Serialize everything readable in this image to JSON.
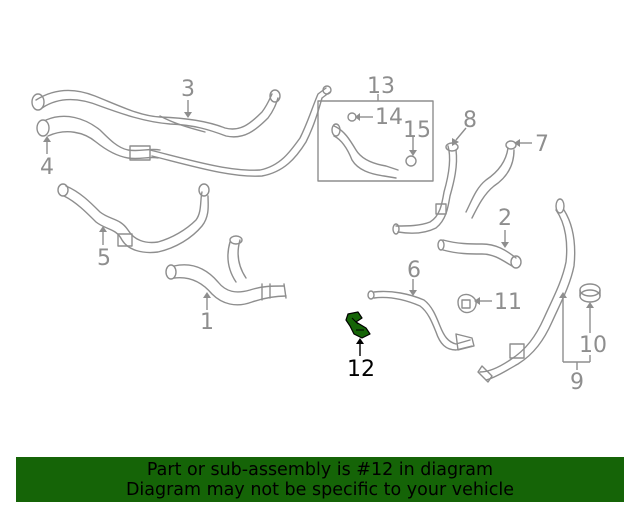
{
  "diagram": {
    "callouts": [
      "1",
      "2",
      "3",
      "4",
      "5",
      "6",
      "7",
      "8",
      "9",
      "10",
      "11",
      "12",
      "13",
      "14",
      "15"
    ],
    "highlighted_callout": "12",
    "highlight_color": "#156407",
    "line_color": "#8e8e8e"
  },
  "banner": {
    "line1": "Part or sub-assembly is #12 in diagram",
    "line2": "Diagram may not be specific to your vehicle",
    "background": "#156407"
  }
}
